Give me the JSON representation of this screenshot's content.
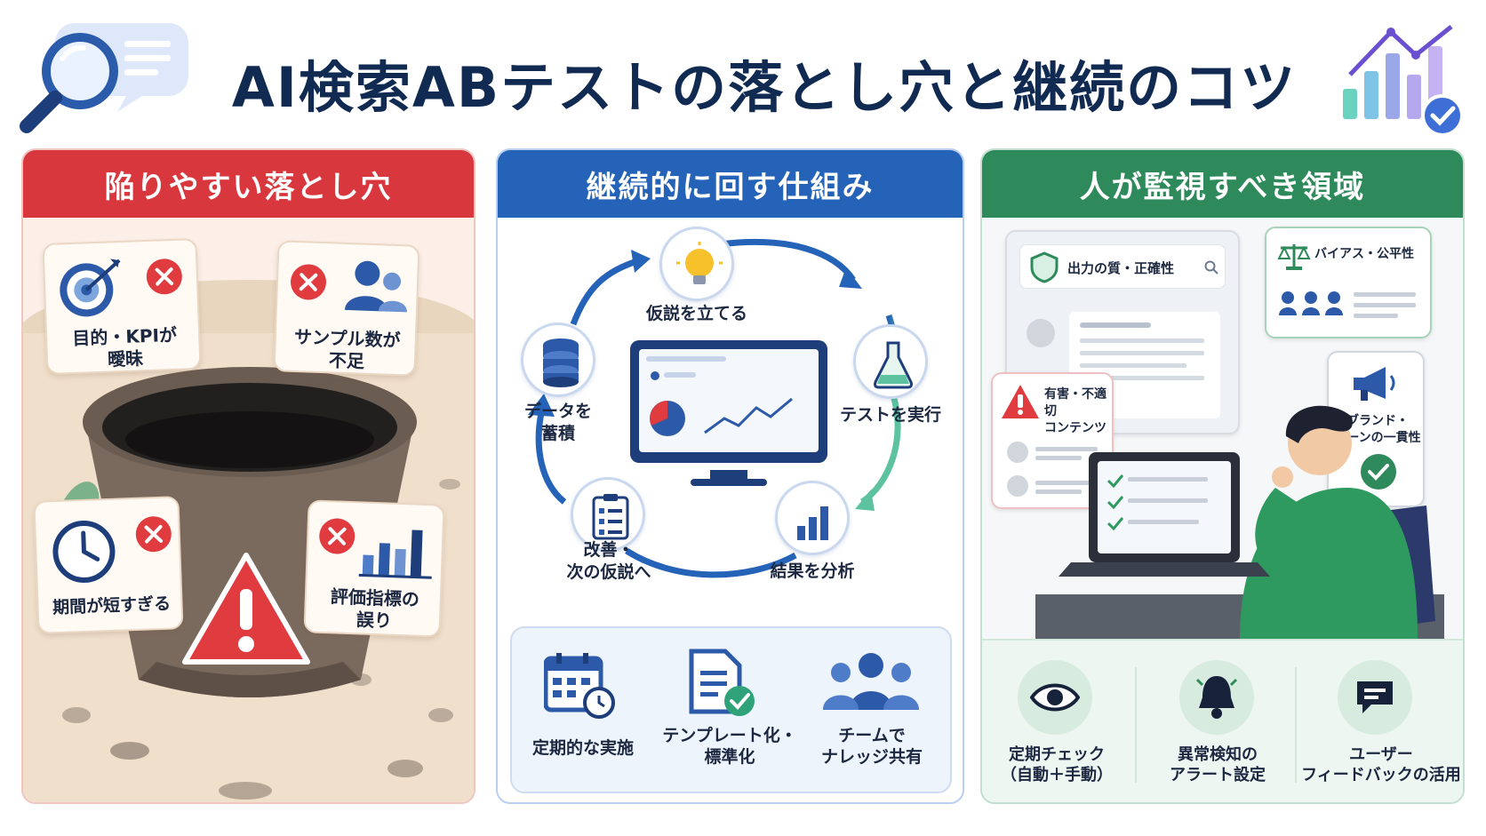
{
  "title": "AI検索ABテストの落とし穴と継続のコツ",
  "colors": {
    "red": "#d8383d",
    "blue": "#2563b8",
    "green": "#2e8a5a",
    "navy": "#102a52"
  },
  "pitfalls": {
    "header": "陥りやすい落とし穴",
    "items": [
      {
        "label_1": "目的・KPIが",
        "label_2": "曖昧",
        "icon": "target-icon"
      },
      {
        "label_1": "サンプル数が",
        "label_2": "不足",
        "icon": "users-icon"
      },
      {
        "label_1": "期間が短すぎる",
        "label_2": "",
        "icon": "clock-icon"
      },
      {
        "label_1": "評価指標の",
        "label_2": "誤り",
        "icon": "bar-chart-icon"
      }
    ]
  },
  "cycle": {
    "header": "継続的に回す仕組み",
    "steps": [
      {
        "label_1": "仮説を立てる",
        "label_2": ""
      },
      {
        "label_1": "テストを実行",
        "label_2": ""
      },
      {
        "label_1": "結果を分析",
        "label_2": ""
      },
      {
        "label_1": "改善・",
        "label_2": "次の仮説へ"
      },
      {
        "label_1": "データを",
        "label_2": "蓄積"
      }
    ],
    "tools": [
      {
        "label_1": "定期的な実施",
        "label_2": ""
      },
      {
        "label_1": "テンプレート化・",
        "label_2": "標準化"
      },
      {
        "label_1": "チームで",
        "label_2": "ナレッジ共有"
      }
    ]
  },
  "monitor": {
    "header": "人が監視すべき領域",
    "quality": "出力の質・正確性",
    "bias": "バイアス・公平性",
    "harmful_1": "有害・不適切",
    "harmful_2": "コンテンツ",
    "brand_1": "ブランド・",
    "brand_2": "トーンの一貫性",
    "actions": [
      {
        "label_1": "定期チェック",
        "label_2": "（自動＋手動）"
      },
      {
        "label_1": "異常検知の",
        "label_2": "アラート設定"
      },
      {
        "label_1": "ユーザー",
        "label_2": "フィードバックの活用"
      }
    ]
  }
}
